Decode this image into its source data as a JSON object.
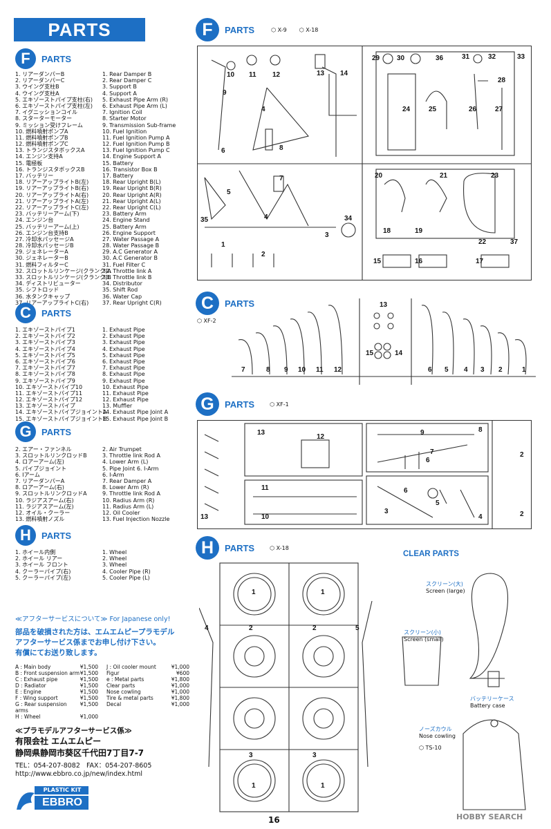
{
  "title": "PARTS",
  "page_number": "16",
  "watermark": "HOBBY SEARCH",
  "sections": {
    "F": {
      "letter": "F",
      "label": "PARTS",
      "jp": [
        "1. リアーダンパーB",
        "2. リアーダンパーC",
        "3. ウイング支柱B",
        "4. ウイング支柱A",
        "5. エキゾーストパイプ支柱(右)",
        "6. エキゾーストパイプ支柱(左)",
        "7. イグニッションコイル",
        "8. スターターモーター",
        "9. ミッション受けフレーム",
        "10. 燃料噴射ポンプA",
        "11. 燃料噴射ポンプB",
        "12. 燃料噴射ポンプC",
        "13. トランジスタボックスA",
        "14. エンジン支持A",
        "15. 電極板",
        "16. トランジスタボックスB",
        "17. バッテリー",
        "18. リアーアップライトB(左)",
        "19. リアーアップライトB(右)",
        "20. リアーアップライトA(右)",
        "21. リアーアップライトA(左)",
        "22. リアーアップライトC(左)",
        "23. バッテリーアーム(下)",
        "24. エンジン台",
        "25. バッテリーアーム(上)",
        "26. エンジン台支持B",
        "27. 冷却水パッセージA",
        "28. 冷却水パッセージB",
        "29. ジェネレーターA",
        "30. ジェネレーターB",
        "31. 燃料フィルターC",
        "32. スロットルリンケージ(クランク)A",
        "33. スロットルリンケージ(クランク)B",
        "34. ディストリビューター",
        "35. シフトロッド",
        "36. 水タンクキャップ",
        "37. リアーアップライトC(右)"
      ],
      "en": [
        "1. Rear Damper B",
        "2. Rear Damper C",
        "3. Support B",
        "4. Support A",
        "5. Exhaust Pipe Arm (R)",
        "6. Exhaust Pipe Arm (L)",
        "7. Ignition Coil",
        "8. Starter Motor",
        "9. Transmission Sub-frame",
        "10. Fuel Ignition",
        "11. Fuel Ignition Pump A",
        "12. Fuel Ignition Pump B",
        "13. Fuel Ignition Pump C",
        "14. Engine Support A",
        "15. Battery",
        "16. Transistor Box B",
        "17. Battery",
        "18. Rear Upright B(L)",
        "19. Rear Upright B(R)",
        "20. Rear Upright A(R)",
        "21. Rear Upright A(L)",
        "22. Rear Upright C(L)",
        "23. Battery Arm",
        "24. Engine Stand",
        "25. Battery Arm",
        "26. Engine Support",
        "27. Water Passage A",
        "28. Water Passage B",
        "29. A.C Generator A",
        "30. A.C Generator B",
        "31. Fuel Filter C",
        "32. Throttle link A",
        "33. Throttle link B",
        "34. Distributor",
        "35. Shift Rod",
        "36. Water Cap",
        "37. Rear Upright C(R)"
      ]
    },
    "C": {
      "letter": "C",
      "label": "PARTS",
      "jp": [
        "1. エキゾーストパイプ1",
        "2. エキゾーストパイプ2",
        "3. エキゾーストパイプ3",
        "4. エキゾーストパイプ4",
        "5. エキゾーストパイプ5",
        "6. エキゾーストパイプ6",
        "7. エキゾーストパイプ7",
        "8. エキゾーストパイプ8",
        "9. エキゾーストパイプ9",
        "10. エキゾーストパイプ10",
        "11. エキゾーストパイプ11",
        "12. エキゾーストパイプ12",
        "13. エキゾーストパイプ",
        "14. エキゾーストパイプジョイントA",
        "15. エキゾーストパイプジョイントB"
      ],
      "en": [
        "1. Exhaust Pipe",
        "2. Exhaust Pipe",
        "3. Exhaust Pipe",
        "4. Exhaust Pipe",
        "5. Exhaust Pipe",
        "6. Exhaust Pipe",
        "7. Exhaust Pipe",
        "8. Exhaust Pipe",
        "9. Exhaust Pipe",
        "10. Exhaust Pipe",
        "11. Exhaust Pipe",
        "12. Exhaust Pipe",
        "13. Muffler",
        "14. Exhaust Pipe Joint A",
        "15. Exhaust Pipe Joint B"
      ]
    },
    "G": {
      "letter": "G",
      "label": "PARTS",
      "jp": [
        "2. エアー・ファンネル",
        "3. スロットルリンクロッドB",
        "4. ロアーアーム(左)",
        "5. パイプジョイント",
        "6. Iアーム",
        "7. リアーダンパーA",
        "8. ロアーアーム(右)",
        "9. スロットルリンクロッドA",
        "10. ラジアスアーム(右)",
        "11. ラジアスアーム(左)",
        "12. オイル・クーラー",
        "13. 燃料噴射ノズル"
      ],
      "en": [
        "2. Air Trumpet",
        "3. Throttle link Rod A",
        "4. Lower Arm (L)",
        "5. Pipe Joint 6. I-Arm",
        "6. I-Arm",
        "7. Rear Damper A",
        "8. Lower Arm (R)",
        "9. Throttle link Rod A",
        "10. Radius Arm (R)",
        "11. Radius Arm (L)",
        "12. Oil Cooler",
        "13. Fuel Injection Nozzle"
      ]
    },
    "H": {
      "letter": "H",
      "label": "PARTS",
      "jp": [
        "1. ホイール内側",
        "2. ホイール リアー",
        "3. ホイール フロント",
        "4. クーラーパイプ(右)",
        "5. クーラーパイプ(左)"
      ],
      "en": [
        "1. Wheel",
        "2. Wheel",
        "3. Wheel",
        "4. Cooler Pipe (R)",
        "5. Cooler Pipe (L)"
      ]
    }
  },
  "after_service": {
    "heading": "≪アフターサービスについて≫",
    "heading_en": "For Japanese only!",
    "line1": "部品を破損された方は、エムエムピープラモデル",
    "line2": "アフターサービス係までお申し付け下さい。",
    "line3": "有償にてお送り致します。",
    "prices_left": [
      {
        "k": "A : Main body",
        "v": "¥1,500"
      },
      {
        "k": "B : Front suspension arm",
        "v": "¥1,500"
      },
      {
        "k": "C : Exhaust pipe",
        "v": "¥1,500"
      },
      {
        "k": "D : Radiator",
        "v": "¥1,500"
      },
      {
        "k": "E : Engine",
        "v": "¥1,500"
      },
      {
        "k": "F : Wing support",
        "v": "¥1,500"
      },
      {
        "k": "G : Rear suspension arms",
        "v": "¥1,500"
      },
      {
        "k": "H : Wheel",
        "v": "¥1,000"
      }
    ],
    "prices_right": [
      {
        "k": "J : Oil cooler mount",
        "v": "¥1,000"
      },
      {
        "k": "Figur",
        "v": "¥600"
      },
      {
        "k": "e : Metal parts",
        "v": "¥1,800"
      },
      {
        "k": "Clear parts",
        "v": "¥1,000"
      },
      {
        "k": "Nose cowling",
        "v": "¥1,000"
      },
      {
        "k": "Tire & metal parts",
        "v": "¥1,800"
      },
      {
        "k": "Decal",
        "v": "¥1,000"
      }
    ],
    "dept": "≪プラモデルアフターサービス係≫",
    "company": "有限会社 エムエムピー",
    "address": "静岡県静岡市葵区千代田7丁目7-7",
    "tel": "TEL：054-207-8082",
    "fax": "FAX：054-207-8605",
    "url": "http://www.ebbro.co.jp/new/index.html"
  },
  "logo": {
    "top": "PLASTIC KIT",
    "main": "EBBRO"
  },
  "runners": {
    "F": {
      "letter": "F",
      "label": "PARTS",
      "mat1": "X-9",
      "mat2": "X-18"
    },
    "C": {
      "letter": "C",
      "label": "PARTS",
      "mat1": "XF-2"
    },
    "G": {
      "letter": "G",
      "label": "PARTS",
      "mat1": "XF-1"
    },
    "H": {
      "letter": "H",
      "label": "PARTS",
      "mat1": "X-18"
    }
  },
  "clear_parts": {
    "title": "CLEAR PARTS",
    "screen_large_jp": "スクリーン(大)",
    "screen_large_en": "Screen (large)",
    "screen_small_jp": "スクリーン(小)",
    "screen_small_en": "Screen (small)",
    "battery_jp": "バッテリーケース",
    "battery_en": "Battery case",
    "nose_jp": "ノーズカウル",
    "nose_en": "Nose cowling",
    "paint": "TS-10"
  },
  "colors": {
    "accent": "#1d6fc4"
  }
}
